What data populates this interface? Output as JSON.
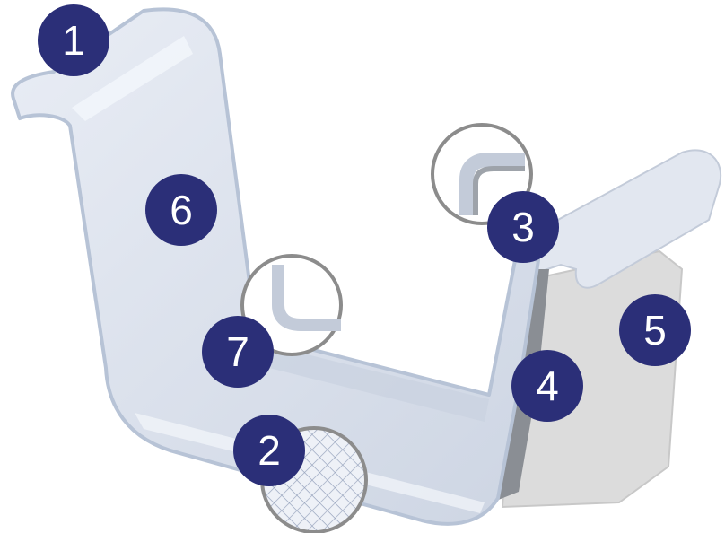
{
  "colors": {
    "profile_fill": "#d6dde9",
    "profile_edge": "#b7c3d6",
    "profile_highlight": "#eef2f8",
    "sealant_dark": "#8a8e94",
    "end_cap_fill": "#dcdcdc",
    "badge_fill": "#2b2f78",
    "badge_text": "#ffffff",
    "mesh_stroke": "#9aa6bf",
    "detail_ring": "#8c8c8c"
  },
  "callouts": [
    {
      "id": "1",
      "label": "1"
    },
    {
      "id": "2",
      "label": "2"
    },
    {
      "id": "3",
      "label": "3"
    },
    {
      "id": "4",
      "label": "4"
    },
    {
      "id": "5",
      "label": "5"
    },
    {
      "id": "6",
      "label": "6"
    },
    {
      "id": "7",
      "label": "7"
    }
  ]
}
